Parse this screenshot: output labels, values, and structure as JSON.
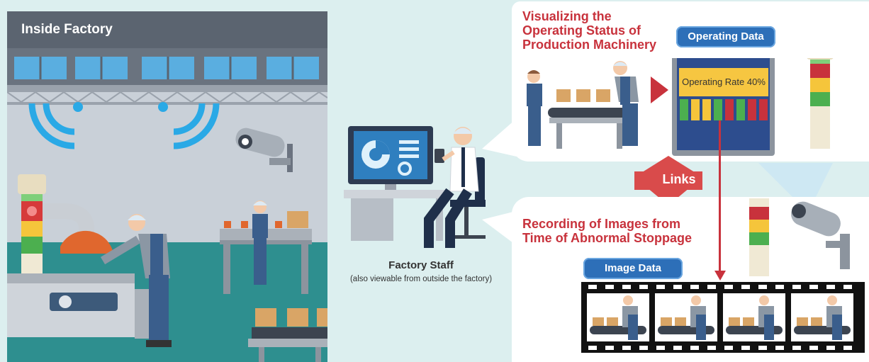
{
  "factory": {
    "title": "Inside Factory"
  },
  "staff": {
    "title": "Factory Staff",
    "note": "(also viewable from outside the factory)"
  },
  "top_panel": {
    "heading": "Visualizing the\nOperating Status of\nProduction Machinery",
    "badge": "Operating Data",
    "monitor_text": "Operating Rate 40%"
  },
  "links_label": "Links",
  "bottom_panel": {
    "heading": "Recording of Images from\nTime of Abnormal Stoppage",
    "badge": "Image Data"
  },
  "colors": {
    "background": "#dcefef",
    "accent_red": "#c8323c",
    "accent_blue": "#2d6fb8",
    "wifi_blue": "#2aa9e6",
    "floor_teal": "#2e8f8f"
  }
}
